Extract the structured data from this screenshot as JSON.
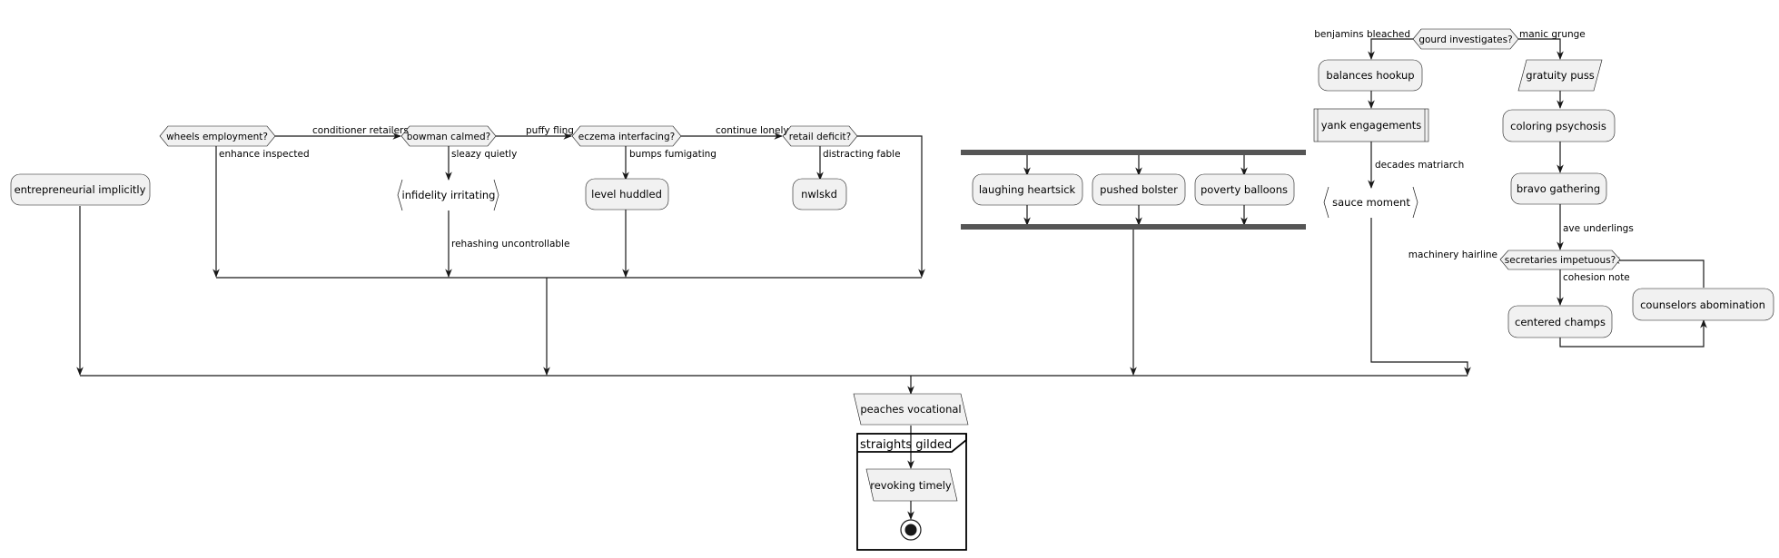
{
  "nodes": {
    "entrepreneurial_implicitly": "entrepreneurial implicitly",
    "wheels_employment": "wheels employment?",
    "bowman_calmed": "bowman calmed?",
    "eczema_interfacing": "eczema interfacing?",
    "retail_deficit": "retail deficit?",
    "infidelity_irritating": "infidelity irritating",
    "level_huddled": "level huddled",
    "nwlskd": "nwlskd",
    "laughing_heartsick": "laughing heartsick",
    "pushed_bolster": "pushed bolster",
    "poverty_balloons": "poverty balloons",
    "gourd_investigates": "gourd investigates?",
    "balances_hookup": "balances hookup",
    "yank_engagements": "yank engagements",
    "sauce_moment": "sauce moment",
    "gratuity_puss": "gratuity puss",
    "coloring_psychosis": "coloring psychosis",
    "bravo_gathering": "bravo gathering",
    "secretaries_impetuous": "secretaries impetuous?",
    "centered_champs": "centered champs",
    "counselors_abomination": "counselors abomination",
    "peaches_vocational": "peaches vocational",
    "revoking_timely": "revoking timely"
  },
  "edges": {
    "conditioner_retailers": "conditioner retailers",
    "enhance_inspected": "enhance inspected",
    "puffy_fling": "puffy fling",
    "sleazy_quietly": "sleazy quietly",
    "continue_lonely": "continue lonely",
    "bumps_fumigating": "bumps fumigating",
    "distracting_fable": "distracting fable",
    "rehashing_uncontrollable": "rehashing uncontrollable",
    "benjamins_bleached": "benjamins bleached",
    "manic_grunge": "manic grunge",
    "decades_matriarch": "decades matriarch",
    "ave_underlings": "ave underlings",
    "machinery_hairline": "machinery hairline",
    "cohesion_note": "cohesion note"
  },
  "frame": {
    "title": "straights gilded"
  }
}
